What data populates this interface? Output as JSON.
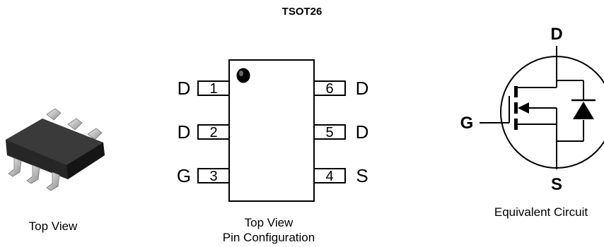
{
  "title": "TSOT26",
  "package_photo": {
    "caption": "Top View"
  },
  "pin_config": {
    "caption_line1": "Top View",
    "caption_line2": "Pin Configuration",
    "left_pins": [
      {
        "number": "1",
        "label": "D"
      },
      {
        "number": "2",
        "label": "D"
      },
      {
        "number": "3",
        "label": "G"
      }
    ],
    "right_pins": [
      {
        "number": "6",
        "label": "D"
      },
      {
        "number": "5",
        "label": "D"
      },
      {
        "number": "4",
        "label": "S"
      }
    ]
  },
  "circuit": {
    "caption": "Equivalent Circuit",
    "drain_label": "D",
    "gate_label": "G",
    "source_label": "S"
  }
}
